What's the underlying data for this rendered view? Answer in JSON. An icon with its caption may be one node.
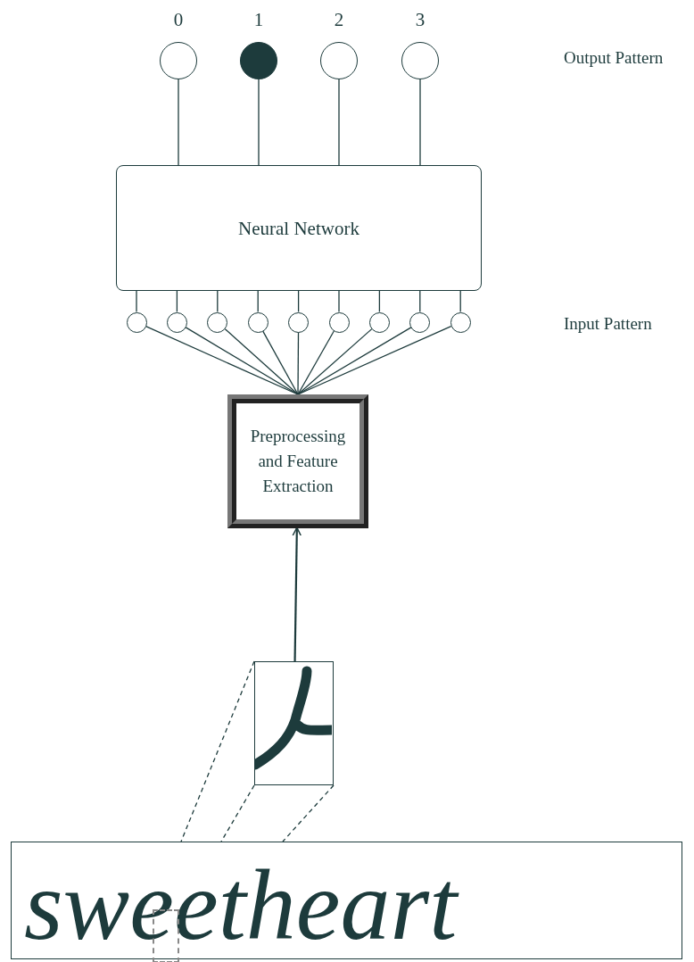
{
  "diagram": {
    "nodes": [
      {
        "text": [],
        "shape": "circle",
        "beside": [
          "0"
        ]
      },
      {
        "text": [],
        "shape": "circle",
        "beside": [
          "1"
        ]
      },
      {
        "text": [],
        "shape": "circle",
        "beside": [
          "2"
        ]
      },
      {
        "text": [],
        "shape": "circle",
        "beside": [
          "3"
        ]
      },
      {
        "text": [
          "Neural Network"
        ]
      },
      {
        "text": [],
        "shape": "circle"
      },
      {
        "text": [],
        "shape": "circle"
      },
      {
        "text": [],
        "shape": "circle"
      },
      {
        "text": [],
        "shape": "circle"
      },
      {
        "text": [],
        "shape": "circle"
      },
      {
        "text": [],
        "shape": "circle"
      },
      {
        "text": [],
        "shape": "circle"
      },
      {
        "text": [],
        "shape": "circle"
      },
      {
        "text": [],
        "shape": "circle"
      },
      {
        "text": [
          "Preprocessing and Feature Extraction"
        ]
      },
      {
        "text": [],
        "shape": "picture"
      },
      {
        "text": [
          "sweetheart"
        ]
      },
      {
        "text": [],
        "shape": "box",
        "in": 16
      }
    ],
    "edges": [
      {
        "from": 4,
        "to": 0,
        "arrow": "none"
      },
      {
        "from": 4,
        "to": 1,
        "arrow": "none"
      },
      {
        "from": 4,
        "to": 2,
        "arrow": "none"
      },
      {
        "from": 4,
        "to": 3,
        "arrow": "none"
      },
      {
        "from": 5,
        "to": 4,
        "arrow": "none"
      },
      {
        "from": 6,
        "to": 4,
        "arrow": "none"
      },
      {
        "from": 7,
        "to": 4,
        "arrow": "none"
      },
      {
        "from": 8,
        "to": 4,
        "arrow": "none"
      },
      {
        "from": 9,
        "to": 4,
        "arrow": "none"
      },
      {
        "from": 10,
        "to": 4,
        "arrow": "none"
      },
      {
        "from": 11,
        "to": 4,
        "arrow": "none"
      },
      {
        "from": 12,
        "to": 4,
        "arrow": "none"
      },
      {
        "from": 13,
        "to": 4,
        "arrow": "none"
      },
      {
        "from": 14,
        "to": 5,
        "arrow": "none"
      },
      {
        "from": 14,
        "to": 6,
        "arrow": "none"
      },
      {
        "from": 14,
        "to": 7,
        "arrow": "none"
      },
      {
        "from": 14,
        "to": 8,
        "arrow": "none"
      },
      {
        "from": 14,
        "to": 9,
        "arrow": "none"
      },
      {
        "from": 14,
        "to": 10,
        "arrow": "none"
      },
      {
        "from": 14,
        "to": 11,
        "arrow": "none"
      },
      {
        "from": 14,
        "to": 12,
        "arrow": "none"
      },
      {
        "from": 14,
        "to": 13,
        "arrow": "none"
      },
      {
        "from": 15,
        "to": 14,
        "arrow": "to"
      },
      {
        "from": 15,
        "to": 16,
        "arrow": "none",
        "style": "dashed"
      },
      {
        "from": 15,
        "to": 16,
        "arrow": "none",
        "style": "dashed"
      },
      {
        "from": 15,
        "to": 16,
        "arrow": "none",
        "style": "dashed"
      }
    ],
    "labels": [
      "Output Pattern",
      "Input Pattern"
    ]
  }
}
